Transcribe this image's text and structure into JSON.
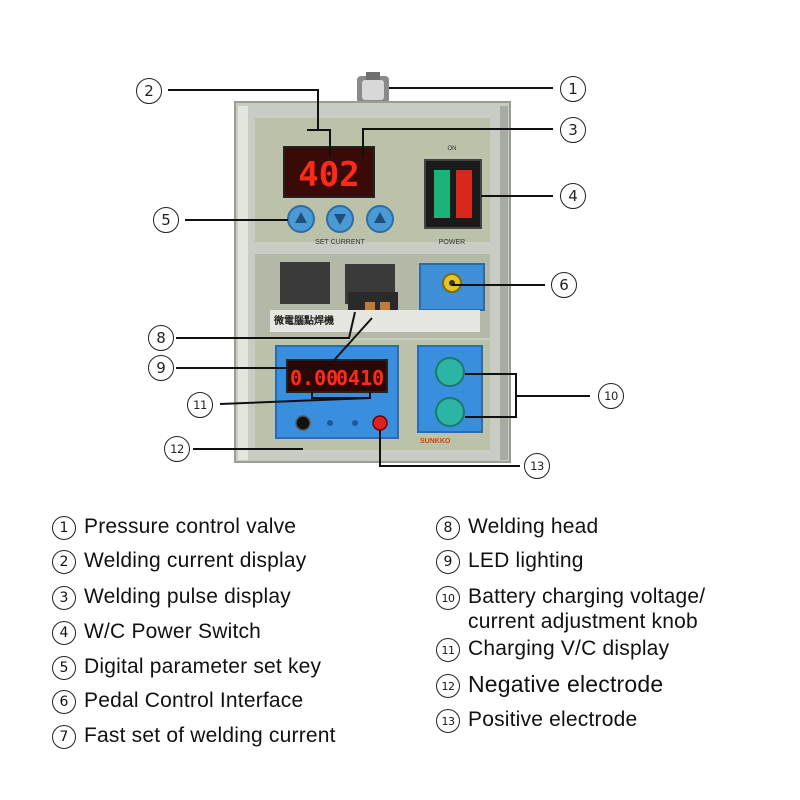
{
  "displays": {
    "current": "402",
    "voltage": "0.00",
    "charge_current": "0410"
  },
  "panel_labels": {
    "set_current": "SET CURRENT",
    "power": "POWER",
    "on": "ON"
  },
  "callouts": [
    "1",
    "2",
    "3",
    "4",
    "5",
    "6",
    "8",
    "9",
    "10",
    "11",
    "12",
    "13"
  ],
  "legend": [
    {
      "num": "1",
      "text": "Pressure control valve"
    },
    {
      "num": "2",
      "text": "Welding current display"
    },
    {
      "num": "3",
      "text": "Welding pulse display"
    },
    {
      "num": "4",
      "text": "W/C Power Switch"
    },
    {
      "num": "5",
      "text": "Digital parameter set key"
    },
    {
      "num": "6",
      "text": "Pedal Control Interface"
    },
    {
      "num": "7",
      "text": "Fast set of welding current"
    },
    {
      "num": "8",
      "text": "Welding head"
    },
    {
      "num": "9",
      "text": "LED lighting"
    },
    {
      "num": "10",
      "text": "Battery charging voltage/ current  adjustment knob"
    },
    {
      "num": "11",
      "text": "Charging V/C display"
    },
    {
      "num": "12",
      "text": "Negative electrode"
    },
    {
      "num": "13",
      "text": "Positive electrode"
    }
  ]
}
